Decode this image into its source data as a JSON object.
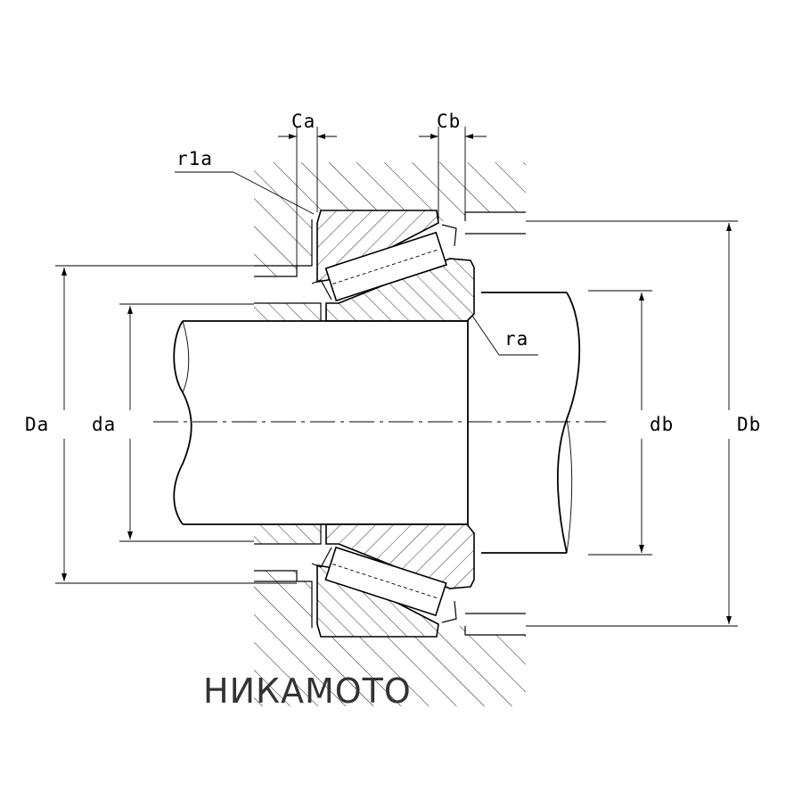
{
  "labels": {
    "ca": "Ca",
    "cb": "Cb",
    "r1a": "r1a",
    "ra": "ra",
    "da_outer": "Da",
    "da_inner": "da",
    "db_inner": "db",
    "db_outer": "Db"
  },
  "brand": "НИКАМОТО"
}
